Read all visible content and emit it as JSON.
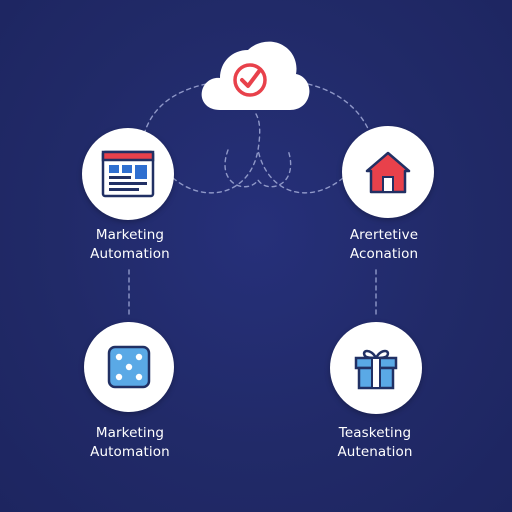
{
  "colors": {
    "background": "#212a68",
    "node_fill": "#ffffff",
    "connector": "#8f98c8",
    "accent_red": "#e8414b",
    "accent_blue": "#2f6fd0",
    "label_text": "#ffffff"
  },
  "cloud": {
    "icon": "checkmark-icon"
  },
  "nodes": [
    {
      "icon": "webpage-icon",
      "label_line1": "Marketing",
      "label_line2": "Automation"
    },
    {
      "icon": "house-icon",
      "label_line1": "Arertetive",
      "label_line2": "Aconation"
    },
    {
      "icon": "dice-icon",
      "label_line1": "Marketing",
      "label_line2": "Automation"
    },
    {
      "icon": "gift-icon",
      "label_line1": "Teasketing",
      "label_line2": "Autenation"
    }
  ]
}
